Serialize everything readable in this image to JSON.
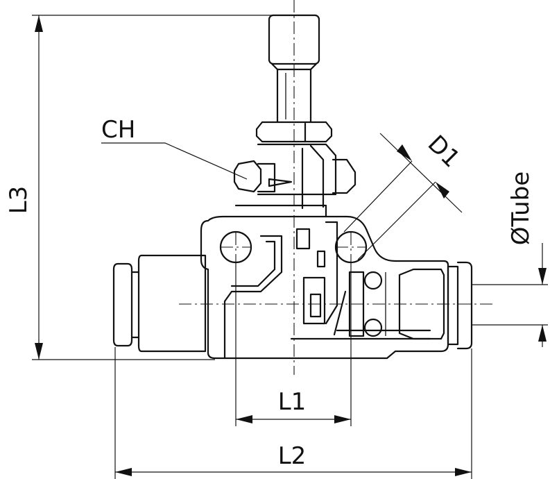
{
  "labels": {
    "l3": "L3",
    "l1": "L1",
    "l2": "L2",
    "ch": "CH",
    "d1": "D1",
    "tube": "ØTube"
  }
}
